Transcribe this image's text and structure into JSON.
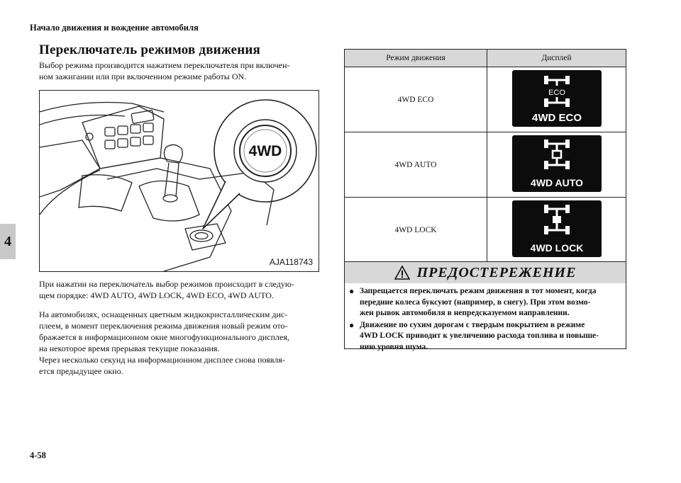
{
  "header": {
    "title": "Начало движения и вождение автомобиля"
  },
  "page": {
    "number": "4-58",
    "chapter_tab": "4"
  },
  "section": {
    "title": "Переключатель режимов движения",
    "intro_lines": [
      "Выбор режима производится нажатием переключателя при включен-",
      "ном зажигании или при включенном режиме работы ON."
    ]
  },
  "figure": {
    "code": "AJA118743",
    "button_label": "4WD"
  },
  "paragraphs": {
    "p1_lines": [
      "При нажатии на переключатель выбор режимов происходит в следую-",
      "щем порядке: 4WD AUTO, 4WD LOCK, 4WD ECO, 4WD AUTO."
    ],
    "p2_lines": [
      "На автомобилях, оснащенных цветным жидкокристаллическим дис-",
      "плеем, в момент переключения режима движения новый режим ото-",
      "бражается в информационном окне многофункционального дисплея,",
      "на некоторое время прерывая текущие показания.",
      "Через несколько секунд на информационном дисплее снова появля-",
      "ется предыдущее окно."
    ]
  },
  "modes_table": {
    "headers": [
      "Режим движения",
      "Дисплей"
    ],
    "rows": [
      {
        "mode": "4WD ECO",
        "display_text": "4WD ECO",
        "display_sub": "ECO"
      },
      {
        "mode": "4WD AUTO",
        "display_text": "4WD AUTO",
        "display_sub": ""
      },
      {
        "mode": "4WD LOCK",
        "display_text": "4WD LOCK",
        "display_sub": ""
      }
    ]
  },
  "warning": {
    "title": "ПРЕДОСТЕРЕЖЕНИЕ",
    "items": [
      {
        "bullet": "●",
        "lines": [
          "Запрещается переключать режим движения в тот момент, когда",
          "передние колеса буксуют (например, в снегу). При этом возмо-",
          "жен рывок автомобиля в непредсказуемом направлении."
        ]
      },
      {
        "bullet": "●",
        "lines": [
          "Движение по сухим дорогам с твердым покрытием в режиме",
          "4WD LOCK приводит к увеличению расхода топлива и повыше-",
          "нию уровня шума."
        ]
      }
    ]
  },
  "colors": {
    "tab_gray": "#c9c9c9",
    "header_gray": "#d8d8d8",
    "display_bg": "#0c0c0c",
    "display_fg": "#ffffff"
  },
  "icons": [
    "drivetrain-icon",
    "warning-triangle-icon",
    "4wd-button-icon"
  ]
}
